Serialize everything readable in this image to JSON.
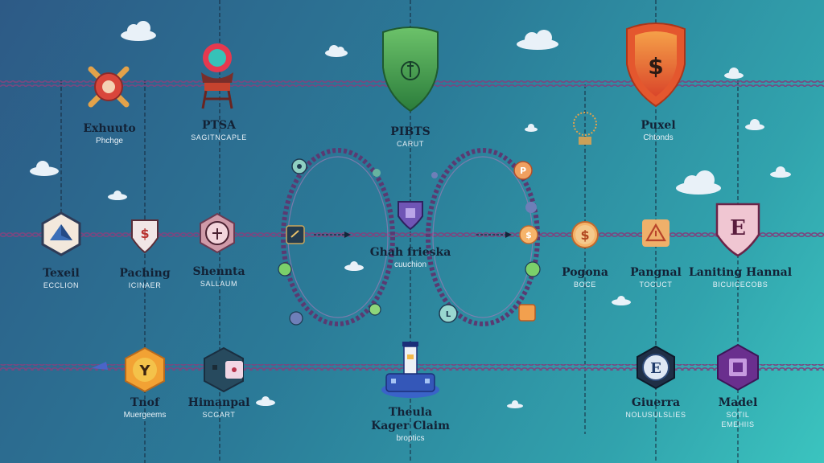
{
  "colors": {
    "chain": "#6b3d6f",
    "chain_light": "#b98fb8",
    "guide_line": "#16283c",
    "shield_green": "#3aa046",
    "shield_orange": "#e4572e",
    "cloud": "#e9f1f8"
  },
  "nodes": {
    "exhuuto": {
      "title": "Exhuuto",
      "subtitle": "Phchge",
      "icon": "gear-cross-icon"
    },
    "ptsa": {
      "title": "PTSA",
      "subtitle": "SAGITNCAPLE",
      "icon": "lantern-icon"
    },
    "pibts": {
      "title": "PIBTS",
      "subtitle": "CARUT",
      "icon": "green-shield-icon"
    },
    "puxel": {
      "title": "Puxel",
      "subtitle": "Chtonds",
      "icon": "dollar-shield-icon"
    },
    "texeil": {
      "title": "Texeil",
      "subtitle": "ECCLION",
      "icon": "pyramid-hexagon-icon"
    },
    "paching": {
      "title": "Paching",
      "subtitle": "ICINAER",
      "icon": "dollar-badge-icon"
    },
    "shennta": {
      "title": "Shennta",
      "subtitle": "SALLAUM",
      "icon": "scale-circle-icon"
    },
    "center": {
      "title": "Ghah frieska",
      "subtitle": "cuuchion",
      "icon": "purple-shield-icon"
    },
    "pogona": {
      "title": "Pogona",
      "subtitle": "BOCE",
      "icon": "dollar-coin-icon"
    },
    "pangnal": {
      "title": "Pangnal",
      "subtitle": "TOCUCT",
      "icon": "warning-triangle-icon"
    },
    "laniting": {
      "title": "Laniting Hannal",
      "subtitle": "BICUICECOBS",
      "icon": "e-shield-icon"
    },
    "tnof": {
      "title": "Tnof",
      "subtitle": "Muergeems",
      "icon": "y-hexagon-icon"
    },
    "himanpal": {
      "title": "Himanpal",
      "subtitle": "SCGART",
      "icon": "dice-hexagon-icon"
    },
    "theula": {
      "title": "Theula",
      "title2": "Kager Claim",
      "subtitle": "broptics",
      "icon": "lighthouse-icon"
    },
    "giuerra": {
      "title": "Giuerra",
      "subtitle": "NOLUSULSLIES",
      "icon": "e-coin-icon"
    },
    "madel": {
      "title": "Madel",
      "subtitle": "SOTIL",
      "subtitle2": "EMEHIIS",
      "icon": "purple-hexagon-icon"
    }
  },
  "ring_icons": {
    "left": [
      "chip-icon",
      "leaf-icon",
      "key-icon",
      "gear-icon",
      "coin-icon"
    ],
    "right": [
      "p-coin-icon",
      "dollar-coin-icon",
      "chain-icon",
      "leaf-icon",
      "box-icon",
      "l-coin-icon"
    ]
  }
}
